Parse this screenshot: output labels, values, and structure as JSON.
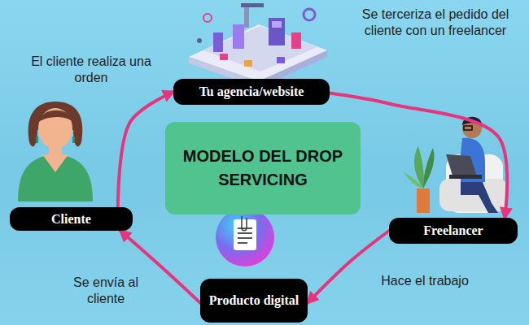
{
  "diagram": {
    "nodes": [
      {
        "text": [
          "Tu agencia/website"
        ]
      },
      {
        "text": [
          "MODELO DEL DROP SERVICING"
        ]
      },
      {
        "text": [
          "Cliente"
        ]
      },
      {
        "text": [
          "Freelancer"
        ]
      },
      {
        "text": [
          "Producto digital"
        ]
      }
    ],
    "edges": [
      {
        "from": 2,
        "to": 0,
        "arrow": "to",
        "label": "El cliente realiza una orden"
      },
      {
        "from": 0,
        "to": 3,
        "arrow": "to",
        "label": "Se terceriza el pedido del cliente con un freelancer"
      },
      {
        "from": 3,
        "to": 4,
        "arrow": "to",
        "label": "Hace el trabajo"
      },
      {
        "from": 4,
        "to": 2,
        "arrow": "to",
        "label": "Se envía al cliente"
      }
    ]
  }
}
